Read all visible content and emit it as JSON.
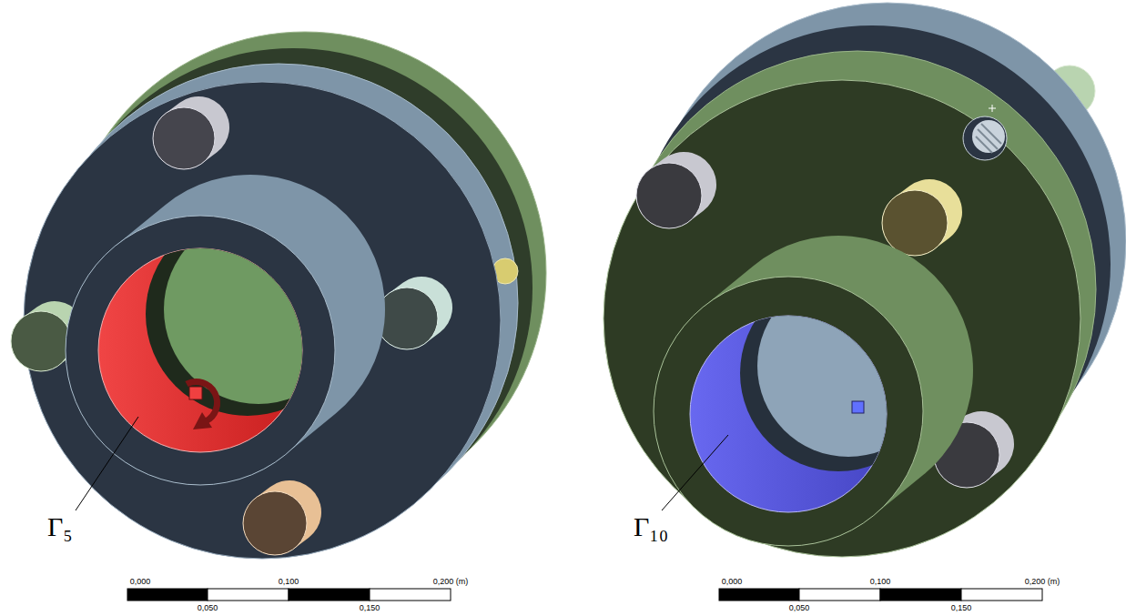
{
  "diagram": {
    "labels": [
      "Γ₅",
      "0,000",
      "0,100",
      "0,200 (m)",
      "0,050",
      "0,150",
      "Γ₁₀",
      "0,000",
      "0,100",
      "0,200 (m)",
      "0,050",
      "0,150"
    ]
  }
}
